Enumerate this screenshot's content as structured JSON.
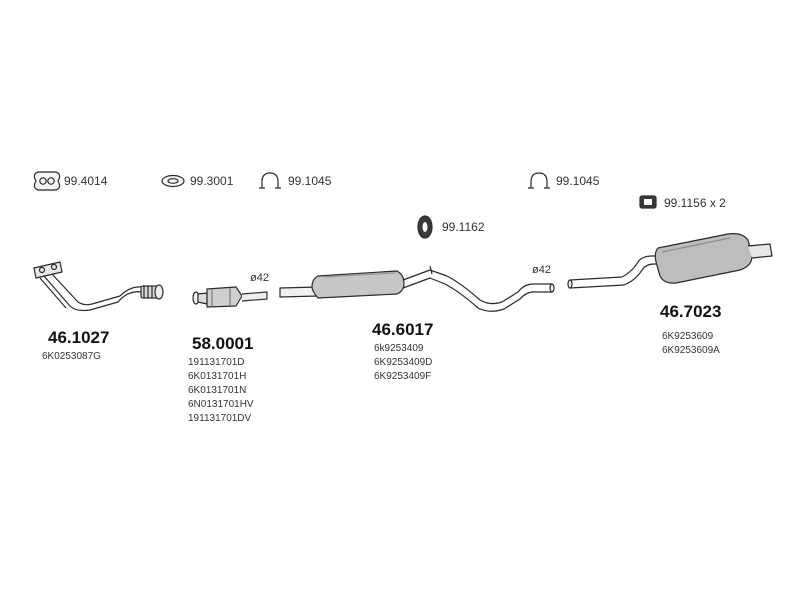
{
  "hardware": [
    {
      "id": "gasket-99-4014",
      "code": "99.4014",
      "icon": "flange-gasket-icon"
    },
    {
      "id": "ring-99-3001",
      "code": "99.3001",
      "icon": "sealing-ring-icon"
    },
    {
      "id": "clamp-99-1045-a",
      "code": "99.1045",
      "icon": "clamp-icon"
    },
    {
      "id": "clamp-99-1045-b",
      "code": "99.1045",
      "icon": "clamp-icon"
    },
    {
      "id": "hanger-99-1156",
      "code": "99.1156 x 2",
      "icon": "rubber-hanger-icon"
    },
    {
      "id": "mount-99-1162",
      "code": "99.1162",
      "icon": "rubber-mount-icon"
    }
  ],
  "diameters": [
    "ø42",
    "ø42"
  ],
  "parts": [
    {
      "id": "front-pipe",
      "number": "46.1027",
      "oem": [
        "6K0253087G"
      ]
    },
    {
      "id": "catalytic-converter",
      "number": "58.0001",
      "oem": [
        "191131701D",
        "6K0131701H",
        "6K0131701N",
        "6N0131701HV",
        "191131701DV"
      ]
    },
    {
      "id": "middle-silencer",
      "number": "46.6017",
      "oem": [
        "6k9253409",
        "6K9253409D",
        "6K9253409F"
      ]
    },
    {
      "id": "rear-silencer",
      "number": "46.7023",
      "oem": [
        "6K9253609",
        "6K9253609A"
      ]
    }
  ]
}
